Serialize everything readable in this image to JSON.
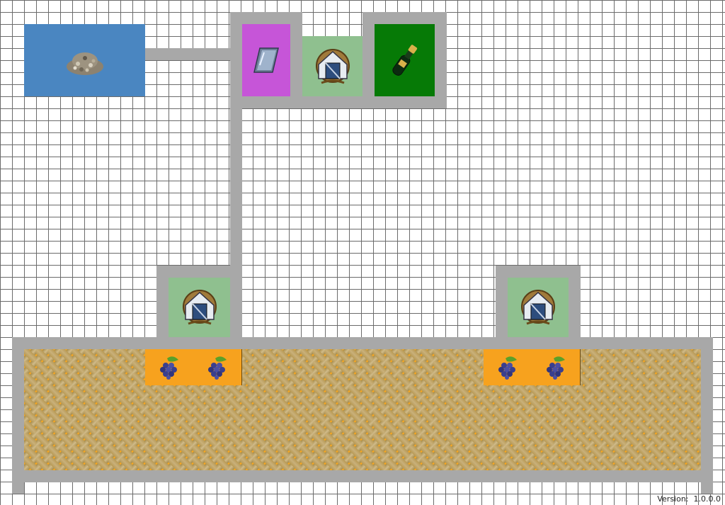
{
  "map": {
    "buildings": [
      {
        "id": "gravel-pit",
        "color": "#4a86c1",
        "icon": "gravel-pile-icon"
      },
      {
        "id": "glassworks",
        "color": "#c655d8",
        "icon": "glass-pane-icon"
      },
      {
        "id": "warehouse",
        "color": "#8fc08f",
        "icon": "warehouse-icon"
      },
      {
        "id": "champagne-cellar",
        "color": "#067a06",
        "icon": "champagne-bottle-icon"
      }
    ],
    "road_color": "#a8a8a8",
    "farm_color": "#f5a623",
    "vineyard_icon": "grapes-icon"
  },
  "version_label": "Version:",
  "version_value": "1.0.0.0"
}
